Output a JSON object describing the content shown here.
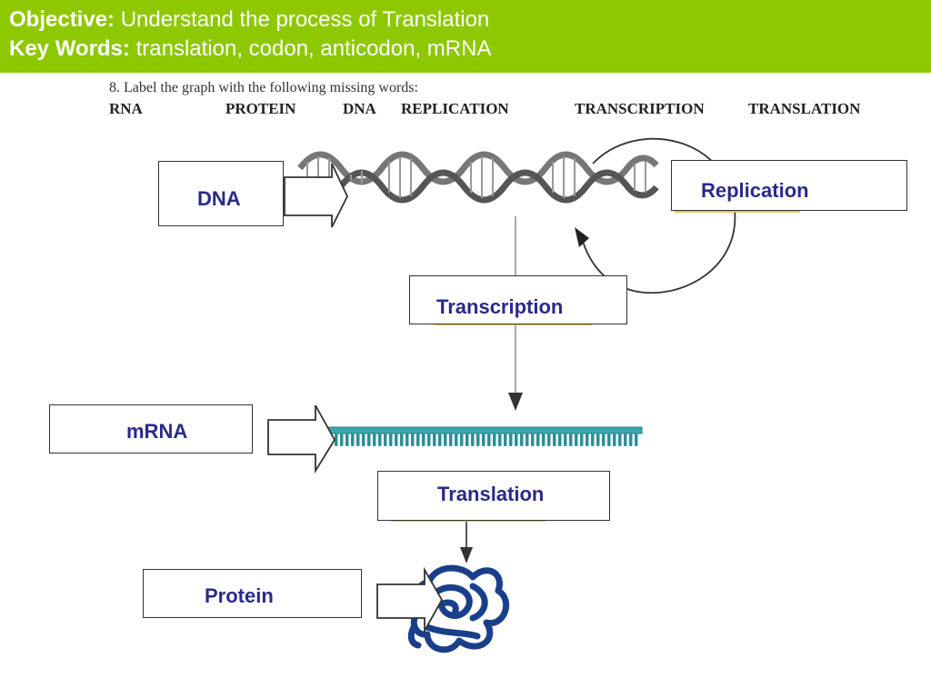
{
  "header": {
    "objective_label": "Objective:",
    "objective_text": " Understand the process of Translation",
    "keywords_label": "Key Words:",
    "keywords_text": " translation, codon, anticodon, mRNA"
  },
  "worksheet": {
    "instruction": "8. Label the graph with the following missing words:",
    "word_bank": [
      "RNA",
      "PROTEIN",
      "DNA",
      "REPLICATION",
      "TRANSCRIPTION",
      "TRANSLATION"
    ]
  },
  "labels": {
    "dna": "DNA",
    "replication": "Replication",
    "transcription": "Transcription",
    "mrna": "mRNA",
    "translation": "Translation",
    "protein": "Protein"
  },
  "colors": {
    "header_bg": "#8ec800",
    "label_text": "#2a2a8a",
    "mrna": "#3aa8b0",
    "protein": "#1a3f8a"
  },
  "icons": {
    "dna": "dna-double-helix-icon",
    "mrna": "mrna-strand-icon",
    "protein": "folded-protein-icon"
  }
}
